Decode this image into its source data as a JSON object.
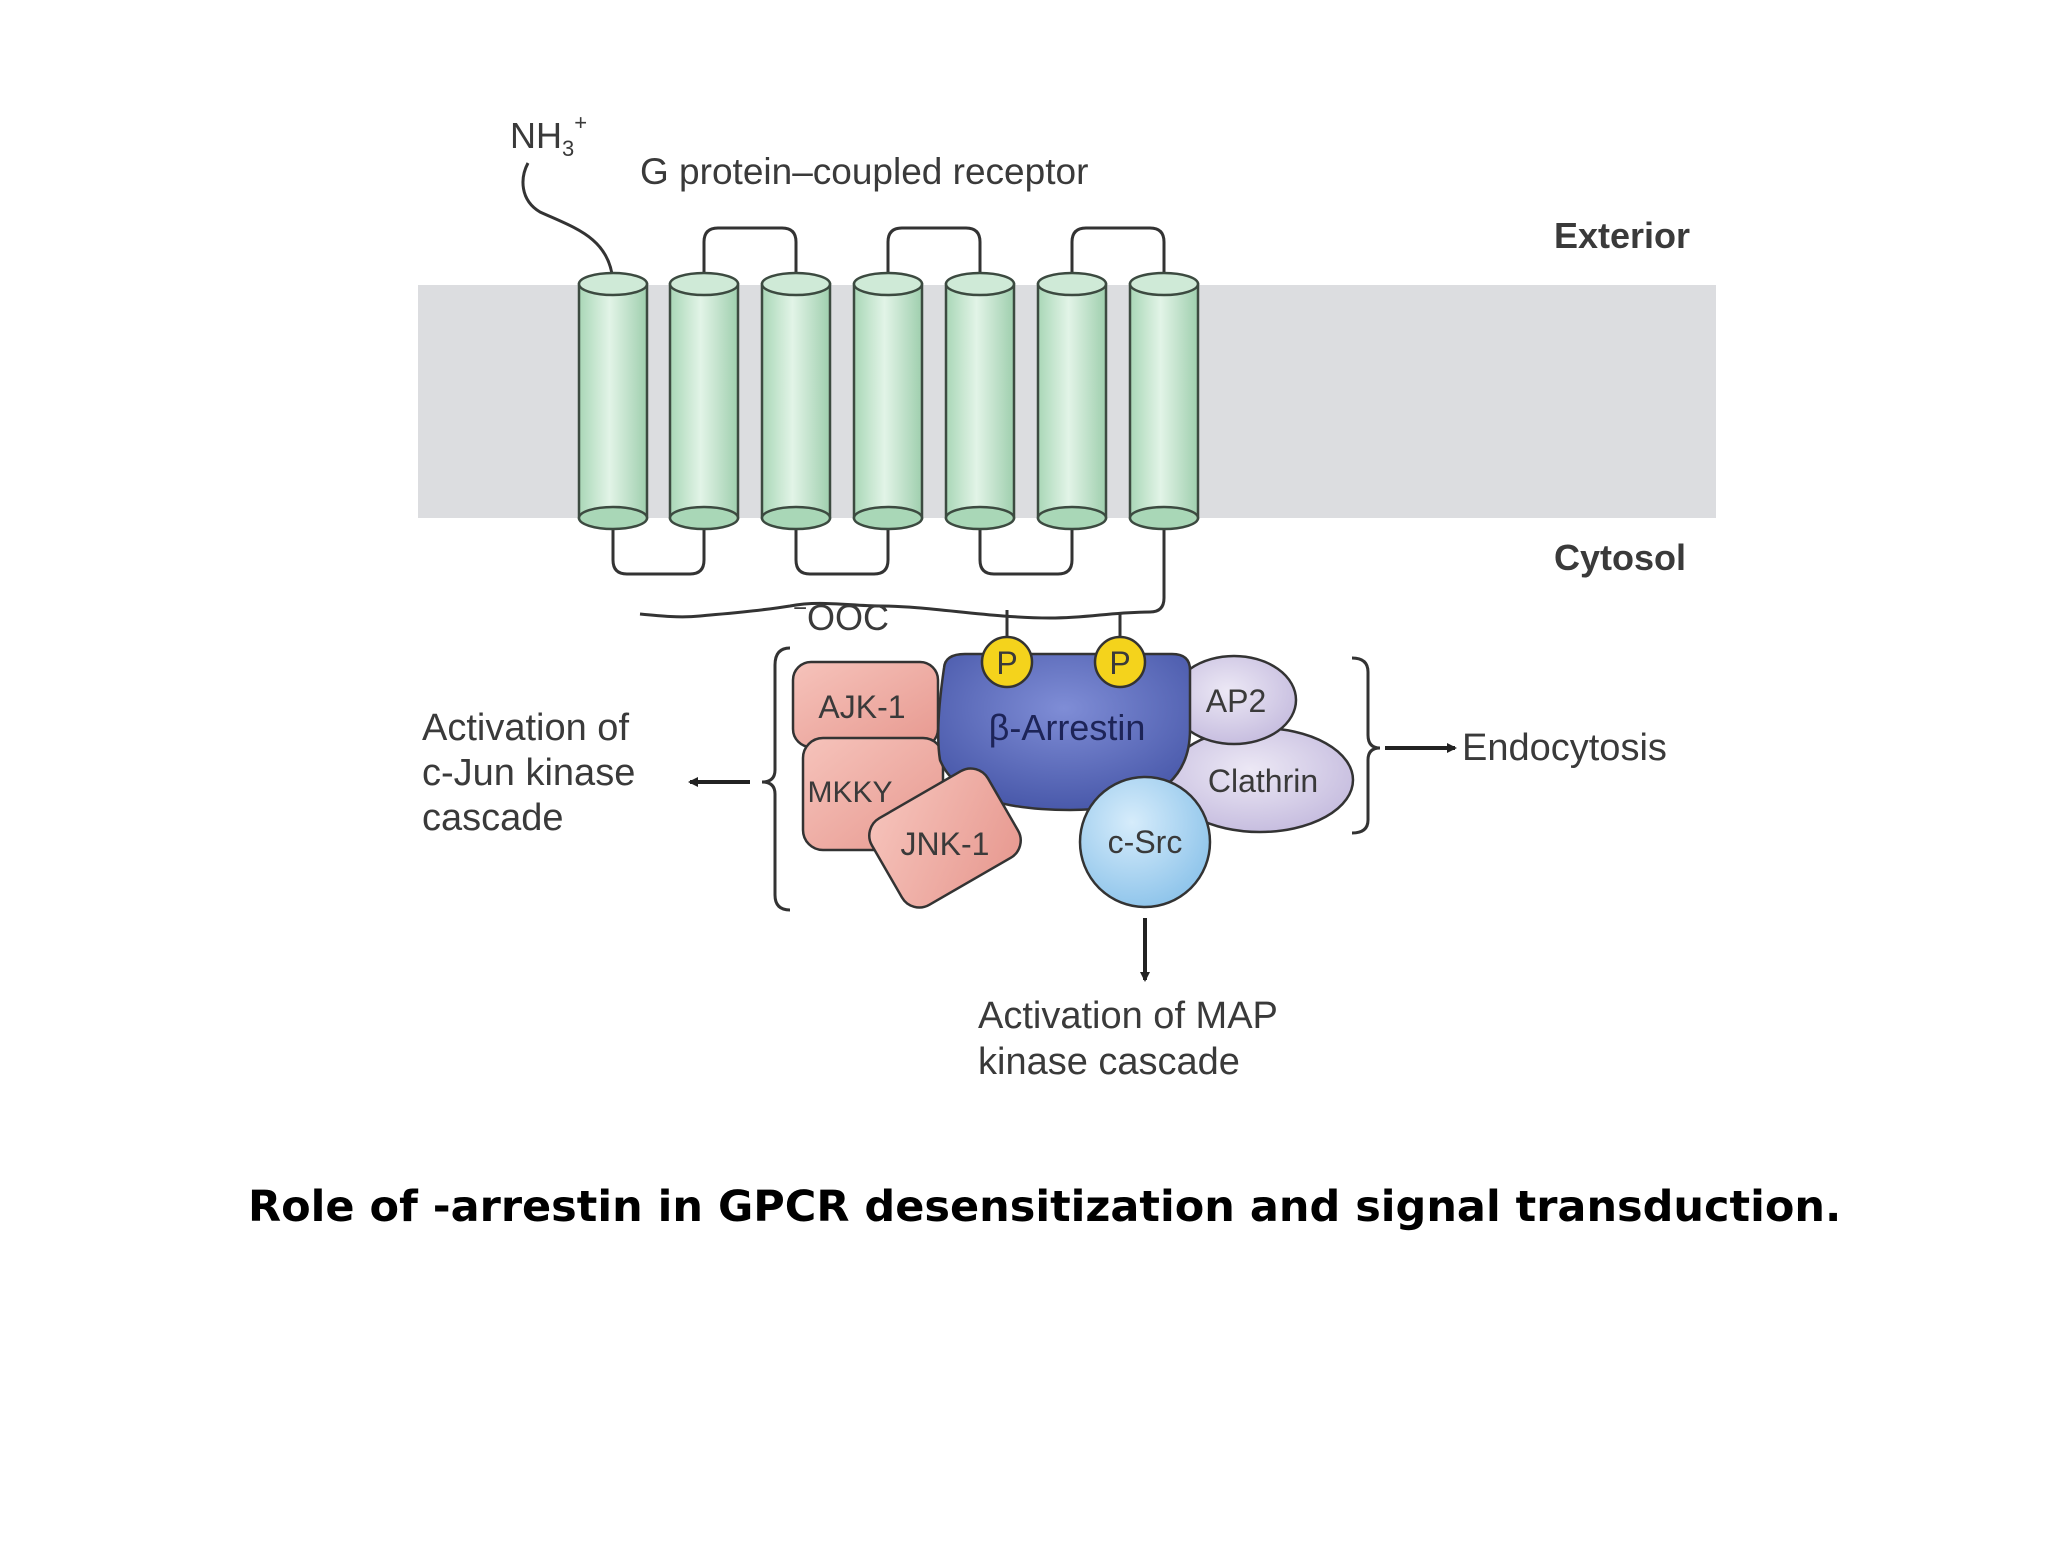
{
  "diagram": {
    "nh3_label": "NH",
    "nh3_sub": "3",
    "nh3_sup": "+",
    "receptor_label": "G protein–coupled receptor",
    "exterior_label": "Exterior",
    "cytosol_label": "Cytosol",
    "cterm_minus": "−",
    "cterm_label": "OOC",
    "phospho_1": "P",
    "phospho_2": "P",
    "arrestin_label": "β-Arrestin",
    "ajk1_label": "AJK-1",
    "mkky_label": "MKKY",
    "jnk1_label": "JNK-1",
    "ap2_label": "AP2",
    "clathrin_label": "Clathrin",
    "csrc_label": "c-Src",
    "left_output": [
      "Activation of",
      "c-Jun kinase",
      "cascade"
    ],
    "right_output": "Endocytosis",
    "bottom_output": [
      "Activation of MAP",
      "kinase cascade"
    ]
  },
  "caption": "Role of -arrestin in GPCR desensitization and signal transduction.",
  "colors": {
    "membrane": "#dcdde0",
    "helix": "#c9e9d2",
    "helix_stroke": "#3c4a40",
    "arrestin": "#5a68b8",
    "phospho": "#f4d31c",
    "kinase_box": "#eeaaa2",
    "ap2_clathrin": "#cfc6e4",
    "csrc": "#a7d3f0",
    "text": "#3a3a3a"
  }
}
